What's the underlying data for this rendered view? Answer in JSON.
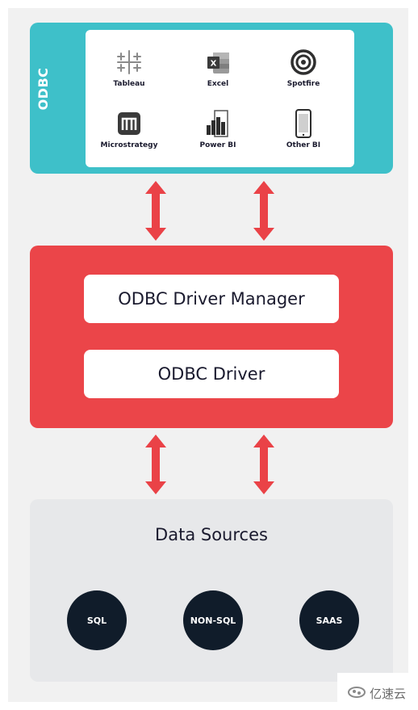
{
  "odbc_block": {
    "label": "ODBC",
    "tools": [
      {
        "name": "Tableau",
        "icon": "tableau-icon"
      },
      {
        "name": "Excel",
        "icon": "excel-icon"
      },
      {
        "name": "Spotfire",
        "icon": "spotfire-icon"
      },
      {
        "name": "Microstrategy",
        "icon": "microstrategy-icon"
      },
      {
        "name": "Power BI",
        "icon": "powerbi-icon"
      },
      {
        "name": "Other BI",
        "icon": "phone-icon"
      }
    ]
  },
  "driver_block": {
    "manager_label": "ODBC Driver Manager",
    "driver_label": "ODBC Driver"
  },
  "sources_block": {
    "title": "Data Sources",
    "sources": [
      "SQL",
      "NON-SQL",
      "SAAS"
    ]
  },
  "watermark": {
    "text": "亿速云"
  },
  "colors": {
    "odbc_teal": "#3ec0c9",
    "driver_red": "#eb4549",
    "arrow_red": "#ea4247",
    "source_dark": "#101c2a",
    "sources_bg": "#e7e8ea"
  }
}
